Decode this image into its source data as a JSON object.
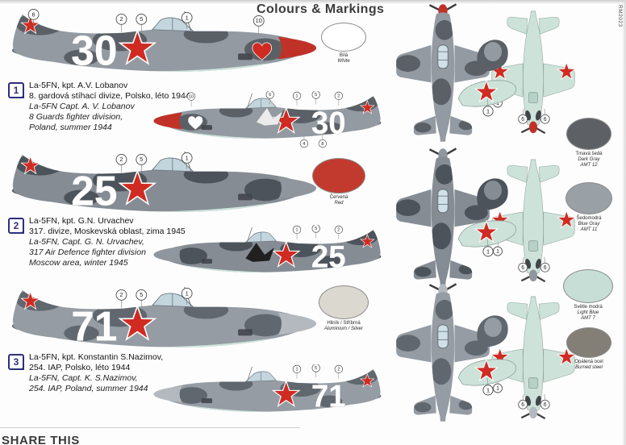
{
  "page": {
    "title": "Colours & Markings",
    "code": "RM2023",
    "share_text": "SHARE THIS"
  },
  "schemes": [
    {
      "num": "1",
      "tactical_number": "30",
      "cz": [
        "La-5FN, kpt. A.V. Lobanov",
        "8. gardová stíhací divize, Polsko, léto 1944"
      ],
      "en": [
        "La-5FN Capt. A. V. Lobanov",
        "8 Guards fighter division,",
        "Poland, summer 1944"
      ],
      "colors": {
        "camoA": "#939aa2",
        "camoB": "#5a6066",
        "under": "#cde3da",
        "spinner": "#c03228",
        "star": "#cf2b22"
      },
      "callouts_right": [
        "6",
        "2",
        "5",
        "1",
        "10"
      ],
      "callouts_left_top": [
        "10",
        "6",
        "1",
        "5",
        "2"
      ],
      "callouts_left_bottom": [
        "4",
        "8"
      ],
      "callouts_bottom": [
        "1",
        "6",
        "6"
      ],
      "fragment_callout": "1"
    },
    {
      "num": "2",
      "tactical_number": "25",
      "cz": [
        "La-5FN, kpt. G.N. Urvachev",
        "317. divize, Moskevská oblast, zima 1945"
      ],
      "en": [
        "La-5FN, Capt. G. N. Urvachev,",
        "317 Air Defence fighter division",
        "Moscow area, winter 1945"
      ],
      "colors": {
        "camoA": "#858c94",
        "camoB": "#4d535a",
        "under": "#cde3da",
        "spinner": "#8f969d",
        "star": "#cf2b22"
      },
      "callouts_right": [
        "2",
        "5",
        "1"
      ],
      "callouts_left_top": [
        "1",
        "5",
        "2"
      ],
      "callouts_left_bottom": [],
      "callouts_bottom": [
        "1",
        "6",
        "6"
      ],
      "fragment_callout": "1"
    },
    {
      "num": "3",
      "tactical_number": "71",
      "cz": [
        "La-5FN, kpt. Konstantin S.Nazimov,",
        "254. IAP, Polsko, léto 1944"
      ],
      "en": [
        "La-5FN, Capt. K. S.Nazimov,",
        "254. IAP, Poland, summer 1944"
      ],
      "colors": {
        "camoA": "#959ca4",
        "camoB": "#61676e",
        "under": "#cde3da",
        "spinner": "#b3b9be",
        "star": "#cf2b22"
      },
      "callouts_right": [
        "2",
        "5",
        "1"
      ],
      "callouts_left_top": [
        "1",
        "5",
        "2"
      ],
      "callouts_left_bottom": [],
      "callouts_bottom": [
        "1",
        "6",
        "6"
      ],
      "fragment_callout": "1"
    }
  ],
  "paint_swatches_center": [
    {
      "cz": "Bílá",
      "en": "White",
      "color": "#ffffff"
    },
    {
      "cz": "Červená",
      "en": "Red",
      "color": "#c23a2e"
    },
    {
      "cz": "Hliník / Stříbrná",
      "en": "Aluminium / Silver",
      "color": "#dbd8cf"
    }
  ],
  "paint_swatches_right": [
    {
      "cz": "Tmavá šedá",
      "en": "Dark Gray",
      "code": "AMT 12",
      "color": "#5d6165"
    },
    {
      "cz": "Šedomodrá",
      "en": "Blue Gray",
      "code": "AMT 11",
      "color": "#99a0a6"
    },
    {
      "cz": "Světle modrá",
      "en": "Light Blue",
      "code": "AMT 7",
      "color": "#c6ded6"
    },
    {
      "cz": "Opálená ocel",
      "en": "Burned steel",
      "color": "#837f77"
    }
  ]
}
